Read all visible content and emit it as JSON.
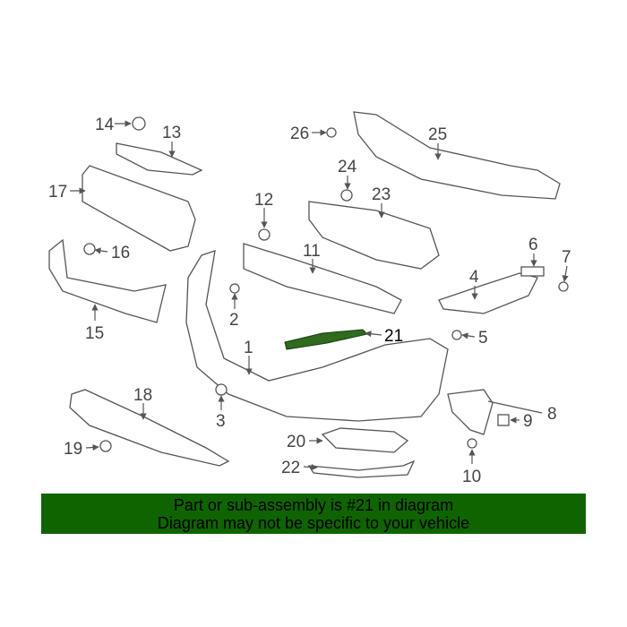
{
  "diagram": {
    "highlight_color": "#2e6b1e",
    "callouts": [
      "1",
      "2",
      "3",
      "4",
      "5",
      "6",
      "7",
      "8",
      "9",
      "10",
      "11",
      "12",
      "13",
      "14",
      "15",
      "16",
      "17",
      "18",
      "19",
      "20",
      "21",
      "22",
      "23",
      "24",
      "25",
      "26"
    ],
    "highlighted_part": "21"
  },
  "banner": {
    "line1": "Part or sub-assembly is #21 in diagram",
    "line2": "Diagram may not be specific to your vehicle",
    "color": "#0f6400"
  }
}
